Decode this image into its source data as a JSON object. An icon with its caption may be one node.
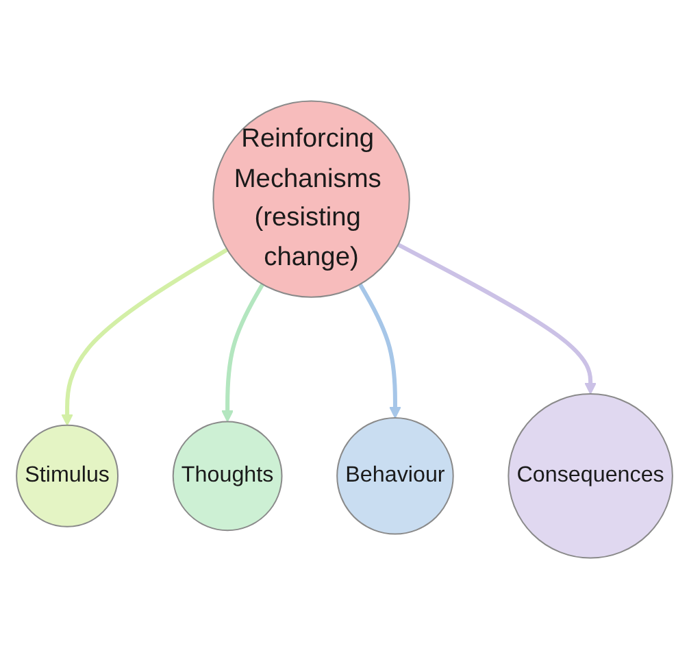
{
  "diagram": {
    "nodes": [
      {
        "text": [
          "Stimulus"
        ]
      },
      {
        "text": [
          "Consequences"
        ]
      },
      {
        "text": [
          "Reinforcing Mechanisms (resisting change)"
        ]
      },
      {
        "text": [
          "Thoughts"
        ]
      },
      {
        "text": [
          "Behaviour"
        ]
      }
    ],
    "edges": [
      {
        "from": 2,
        "to": 0,
        "arrow": "to",
        "color": "#d3efa6"
      },
      {
        "from": 2,
        "to": 3,
        "arrow": "to",
        "color": "#b3e6bf"
      },
      {
        "from": 2,
        "to": 4,
        "arrow": "to",
        "color": "#a6c6e8"
      },
      {
        "from": 2,
        "to": 1,
        "arrow": "to",
        "color": "#cbc1e6"
      }
    ]
  }
}
